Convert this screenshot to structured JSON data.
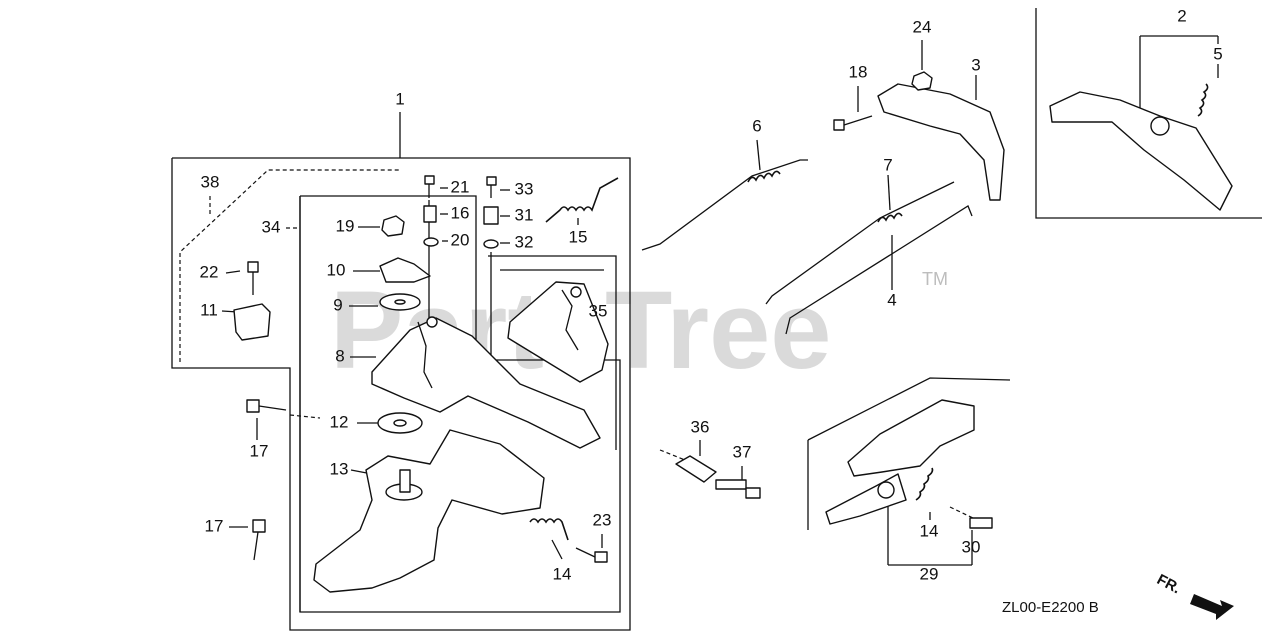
{
  "watermark": {
    "text": "PartsTree",
    "trademark": "TM"
  },
  "diagram_code": "ZL00-E2200 B",
  "direction_label": "FR.",
  "callouts": [
    {
      "id": "c1",
      "label": "1"
    },
    {
      "id": "c2",
      "label": "2"
    },
    {
      "id": "c3",
      "label": "3"
    },
    {
      "id": "c4",
      "label": "4"
    },
    {
      "id": "c5",
      "label": "5"
    },
    {
      "id": "c6",
      "label": "6"
    },
    {
      "id": "c7",
      "label": "7"
    },
    {
      "id": "c8",
      "label": "8"
    },
    {
      "id": "c9",
      "label": "9"
    },
    {
      "id": "c10",
      "label": "10"
    },
    {
      "id": "c11",
      "label": "11"
    },
    {
      "id": "c12",
      "label": "12"
    },
    {
      "id": "c13",
      "label": "13"
    },
    {
      "id": "c14a",
      "label": "14"
    },
    {
      "id": "c14b",
      "label": "14"
    },
    {
      "id": "c15",
      "label": "15"
    },
    {
      "id": "c16",
      "label": "16"
    },
    {
      "id": "c17a",
      "label": "17"
    },
    {
      "id": "c17b",
      "label": "17"
    },
    {
      "id": "c18",
      "label": "18"
    },
    {
      "id": "c19",
      "label": "19"
    },
    {
      "id": "c20",
      "label": "20"
    },
    {
      "id": "c21",
      "label": "21"
    },
    {
      "id": "c22",
      "label": "22"
    },
    {
      "id": "c23",
      "label": "23"
    },
    {
      "id": "c24",
      "label": "24"
    },
    {
      "id": "c29",
      "label": "29"
    },
    {
      "id": "c30",
      "label": "30"
    },
    {
      "id": "c31",
      "label": "31"
    },
    {
      "id": "c32",
      "label": "32"
    },
    {
      "id": "c33",
      "label": "33"
    },
    {
      "id": "c34",
      "label": "34"
    },
    {
      "id": "c35",
      "label": "35"
    },
    {
      "id": "c36",
      "label": "36"
    },
    {
      "id": "c37",
      "label": "37"
    },
    {
      "id": "c38",
      "label": "38"
    }
  ]
}
